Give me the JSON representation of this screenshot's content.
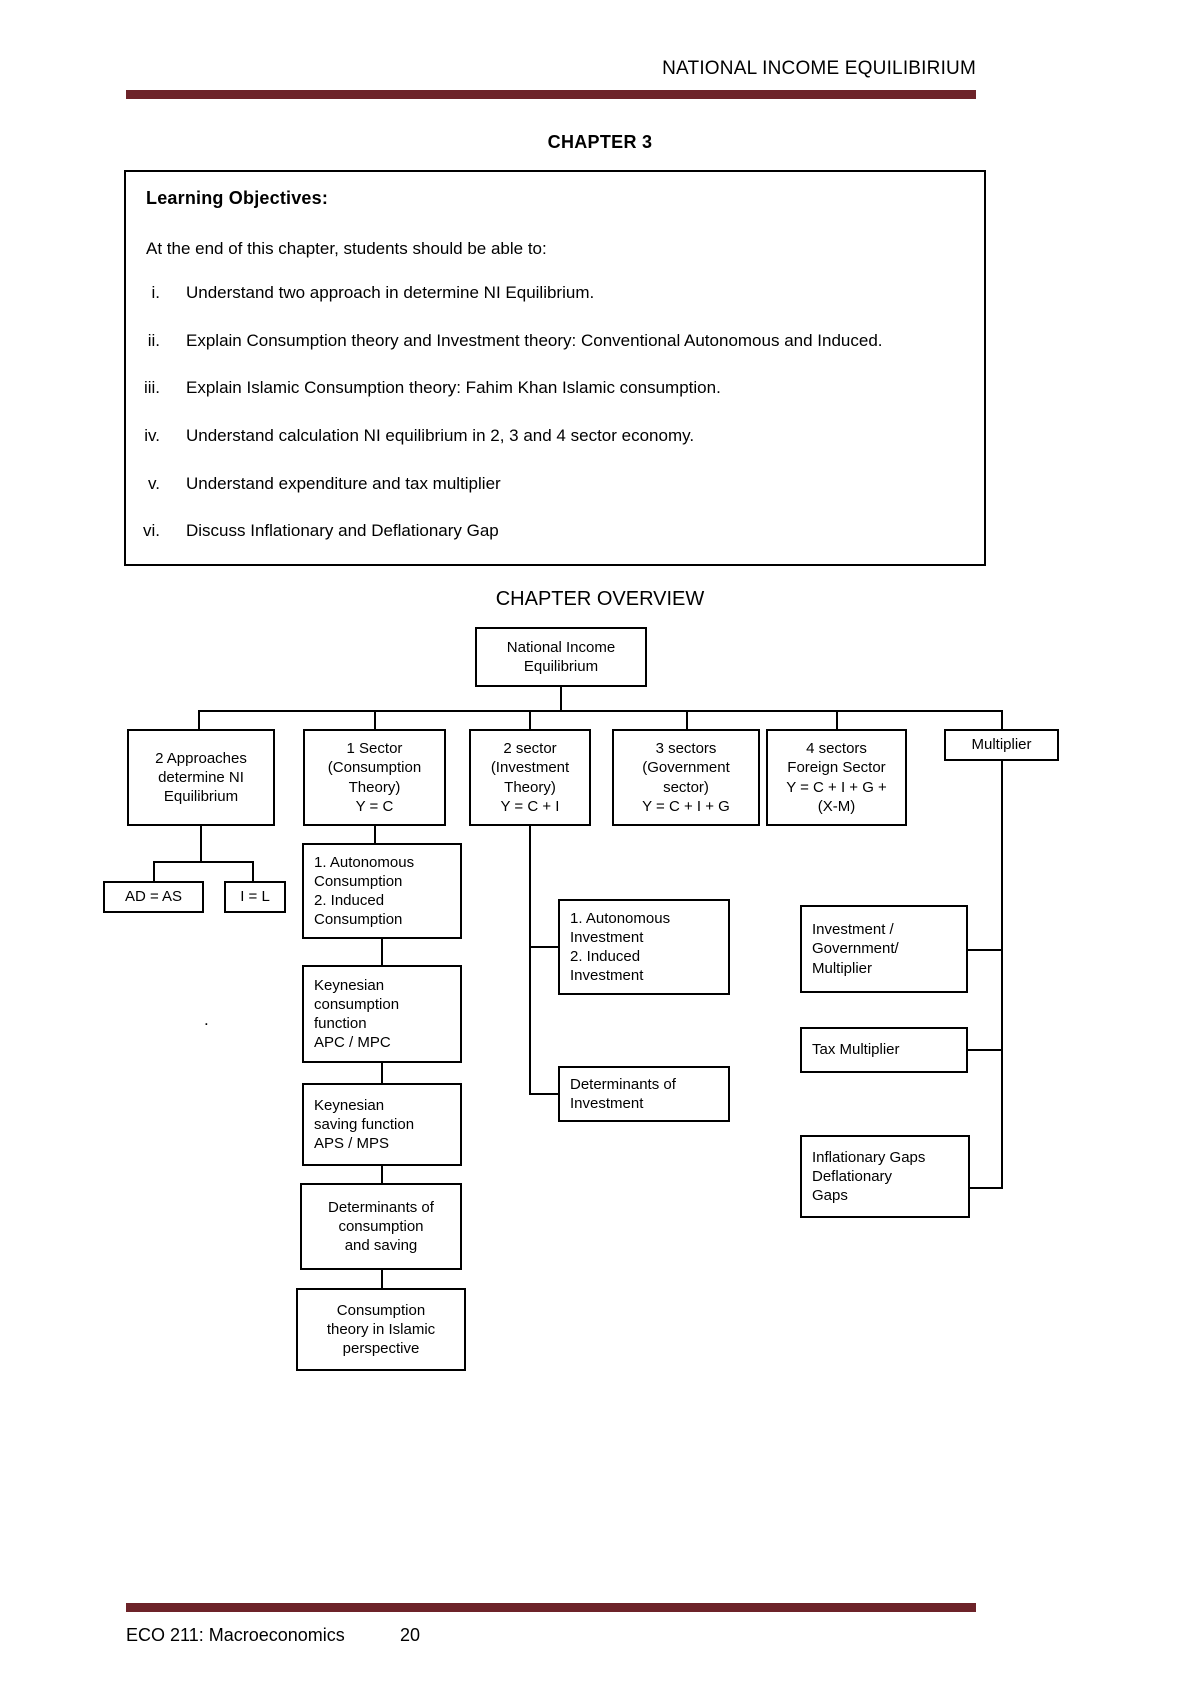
{
  "header": {
    "running_title": "NATIONAL INCOME EQUILIBIRIUM",
    "rule_color": "#6d2329"
  },
  "chapter": {
    "title": "CHAPTER 3"
  },
  "learning_objectives": {
    "heading": "Learning Objectives:",
    "intro": "At the end of this chapter, students should be able to:",
    "items": [
      {
        "num": "i.",
        "text": "Understand two approach in determine NI Equilibrium."
      },
      {
        "num": "ii.",
        "text": "Explain Consumption theory and Investment theory: Conventional Autonomous and Induced."
      },
      {
        "num": "iii.",
        "text": "Explain Islamic Consumption theory: Fahim Khan Islamic consumption."
      },
      {
        "num": "iv.",
        "text": "Understand calculation NI equilibrium in 2, 3 and 4 sector economy."
      },
      {
        "num": "v.",
        "text": "Understand expenditure and tax multiplier"
      },
      {
        "num": "vi.",
        "text": "Discuss Inflationary and Deflationary Gap"
      }
    ]
  },
  "overview": {
    "title": "CHAPTER OVERVIEW",
    "root": "National Income\nEquilibrium",
    "level1": [
      "2 Approaches\ndetermine NI\nEquilibrium",
      "1 Sector\n(Consumption\nTheory)\nY = C",
      "2 sector\n(Investment\nTheory)\nY = C + I",
      "3 sectors\n(Government\nsector)\nY = C + I + G",
      "4 sectors\nForeign Sector\nY = C + I + G +\n(X-M)",
      "Multiplier"
    ],
    "approach_children": [
      "AD = AS",
      "I = L"
    ],
    "consumption_chain": [
      "1. Autonomous\nConsumption\n2.  Induced\nConsumption",
      "Keynesian\nconsumption\nfunction\n APC / MPC",
      "Keynesian\nsaving function\nAPS / MPS",
      "Determinants of\nconsumption\nand saving",
      "Consumption\ntheory in Islamic\nperspective"
    ],
    "investment_chain": [
      "1. Autonomous\nInvestment\n2.  Induced\nInvestment",
      "Determinants of\nInvestment"
    ],
    "multiplier_chain": [
      "Investment /\nGovernment/\nMultiplier",
      "Tax Multiplier",
      "Inflationary Gaps\nDeflationary\nGaps"
    ],
    "stray_mark": "."
  },
  "footer": {
    "course": "ECO 211: Macroeconomics",
    "page_number": "20"
  }
}
